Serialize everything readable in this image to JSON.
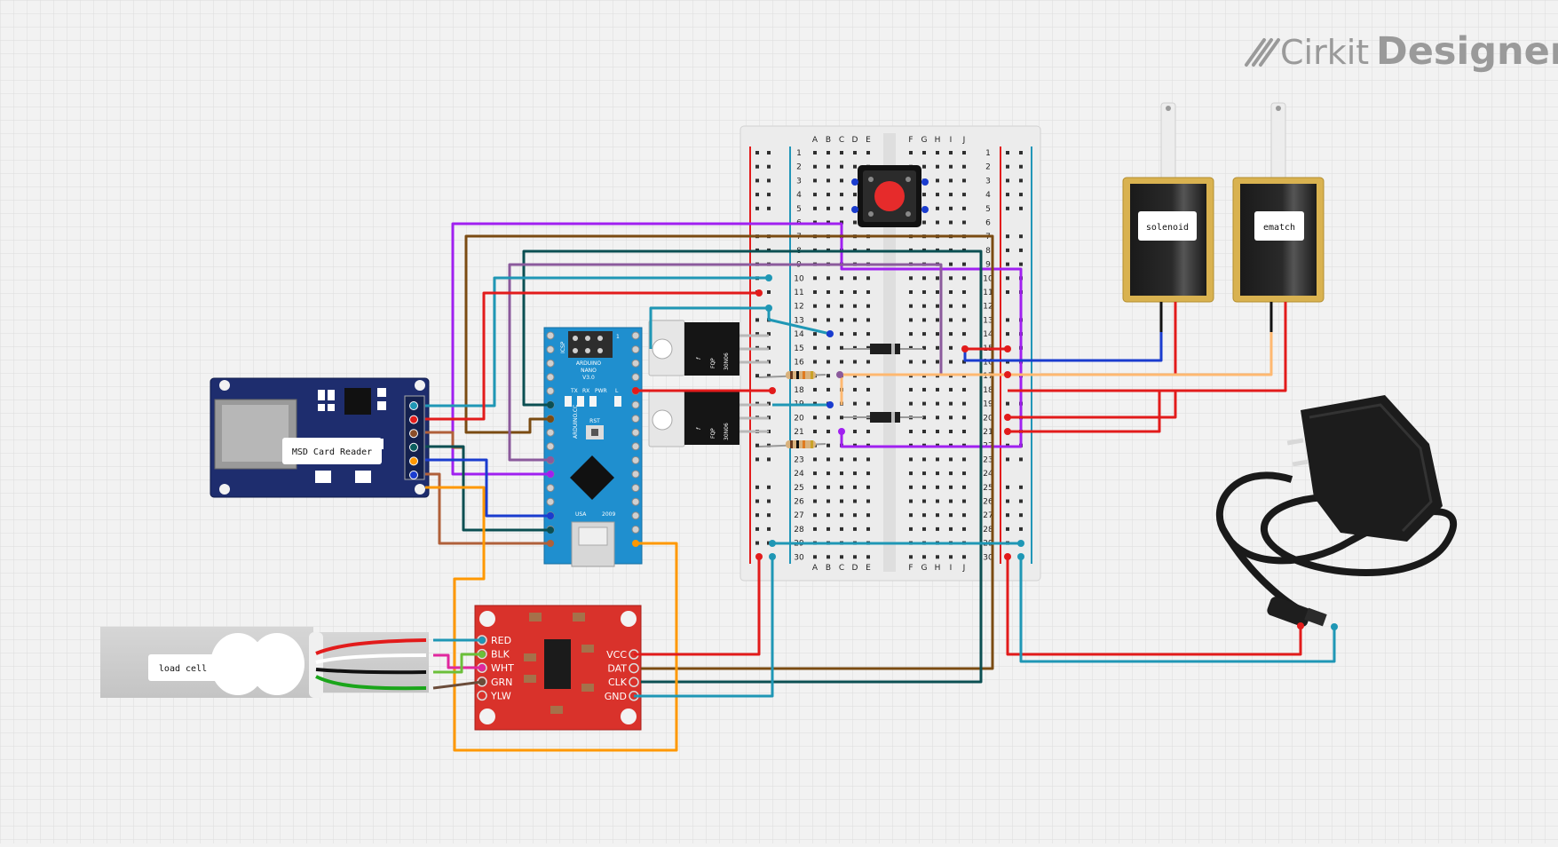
{
  "brand": {
    "name": "Cirkit",
    "product": "Designer"
  },
  "components": {
    "msd": {
      "label": "MSD Card Reader"
    },
    "load_cell": {
      "label": "load cell"
    },
    "solenoid": {
      "label": "solenoid"
    },
    "ematch": {
      "label": "ematch"
    },
    "nano": {
      "l1": "ARDUINO",
      "l2": "NANO",
      "l3": "V3.0",
      "usa": "USA",
      "year": "2009",
      "rst": "RST",
      "icsp": "ICSP",
      "tx": "TX",
      "rx": "RX",
      "pwr": "PWR",
      "l": "L",
      "arduino_cc": "ARDUINO.CC",
      "one": "1"
    },
    "hx711": {
      "left_pins": [
        "RED",
        "BLK",
        "WHT",
        "GRN",
        "YLW"
      ],
      "right_pins": [
        "VCC",
        "DAT",
        "CLK",
        "GND"
      ]
    },
    "mosfet": {
      "brand": "FQP",
      "part": "30N06"
    }
  },
  "breadboard": {
    "cols_left": [
      "A",
      "B",
      "C",
      "D",
      "E"
    ],
    "cols_right": [
      "F",
      "G",
      "H",
      "I",
      "J"
    ],
    "rows": 30
  }
}
